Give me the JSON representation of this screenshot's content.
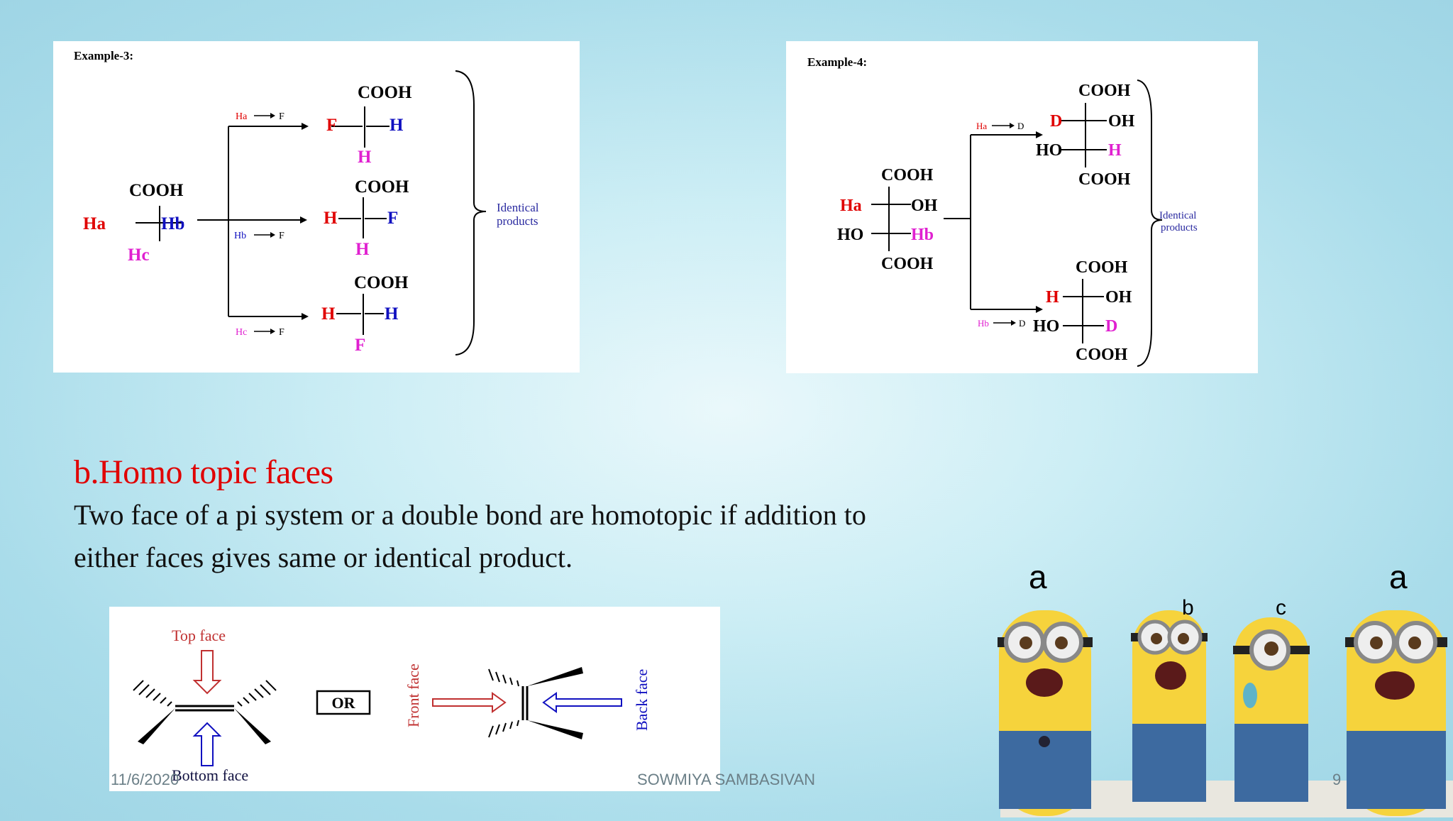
{
  "example3": {
    "label": "Example-3:",
    "start": {
      "top": "COOH",
      "left": "Ha",
      "right": "Hb",
      "bottom": "Hc"
    },
    "branches": [
      {
        "arrow_from": "Ha",
        "arrow_to": "F",
        "top": "COOH",
        "left": "F",
        "right": "H",
        "bottom": "H"
      },
      {
        "arrow_from": "Hb",
        "arrow_to": "F",
        "top": "COOH",
        "left": "H",
        "right": "F",
        "bottom": "H"
      },
      {
        "arrow_from": "Hc",
        "arrow_to": "F",
        "top": "COOH",
        "left": "H",
        "right": "H",
        "bottom": "F"
      }
    ],
    "result_line1": "Identical",
    "result_line2": "products"
  },
  "example4": {
    "label": "Example-4:",
    "start": {
      "top": "COOH",
      "r1_left": "Ha",
      "r1_right": "OH",
      "r2_left": "HO",
      "r2_right": "Hb",
      "bottom": "COOH"
    },
    "branches": [
      {
        "arrow_from": "Ha",
        "arrow_to": "D",
        "top": "COOH",
        "r1_left": "D",
        "r1_right": "OH",
        "r2_left": "HO",
        "r2_right": "H",
        "bottom": "COOH"
      },
      {
        "arrow_from": "Hb",
        "arrow_to": "D",
        "top": "COOH",
        "r1_left": "H",
        "r1_right": "OH",
        "r2_left": "HO",
        "r2_right": "D",
        "bottom": "COOH"
      }
    ],
    "result_line1": "Identical",
    "result_line2": "products"
  },
  "section": {
    "heading": "b.Homo topic faces",
    "line1": "Two face of a pi system or a double bond are homotopic if addition to",
    "line2": "either faces gives same or identical product."
  },
  "faces_figure": {
    "top_face": "Top face",
    "bottom_face": "Bottom face",
    "or_label": "OR",
    "front_face": "Front face",
    "back_face": "Back face"
  },
  "minions": {
    "labels": [
      "a",
      "b",
      "c",
      "a"
    ]
  },
  "footer": {
    "date": "11/6/2020",
    "author": "SOWMIYA SAMBASIVAN",
    "page": "9"
  },
  "colors": {
    "red": "#e00000",
    "blue": "#1010c0",
    "magenta": "#e020d0",
    "heading": "#e00000"
  }
}
